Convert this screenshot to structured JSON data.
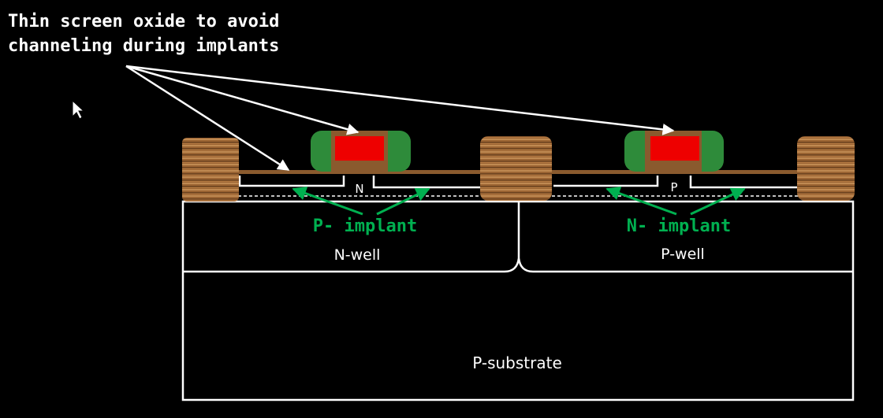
{
  "annotation": {
    "line1": "Thin screen oxide to avoid",
    "line2": "channeling during implants"
  },
  "labels": {
    "n_diffusion": "N",
    "p_diffusion": "P",
    "p_implant": "P- implant",
    "n_implant": "N- implant",
    "n_well": "N-well",
    "p_well": "P-well",
    "p_substrate": "P-substrate"
  },
  "colors": {
    "background": "#000000",
    "outline": "#ffffff",
    "implant_text": "#00b050",
    "gate": "#ee0000",
    "spacer": "#2e8b3a",
    "oxide": "#8a5a2e"
  },
  "icons": {
    "cursor": "mouse-pointer-icon"
  }
}
